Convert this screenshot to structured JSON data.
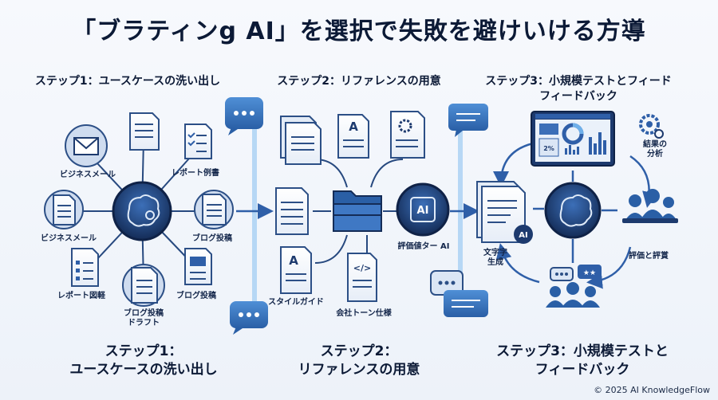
{
  "title": "「ブラティンg AI」を選択で失敗を避けいける方導",
  "steps": {
    "s1": {
      "head_line1": "ステップ1：ユースケースの洗い出し",
      "foot_line1": "ステップ1：",
      "foot_line2": "ユースケースの洗い出し"
    },
    "s2": {
      "head_line1": "ステップ2：リファレンスの用意",
      "foot_line1": "ステップ2：",
      "foot_line2": "リファレンスの用意"
    },
    "s3": {
      "head_line1": "ステップ3：小規模テストとフィード",
      "head_line2": "フィードバック",
      "foot_line1": "ステップ3：小規模テストと",
      "foot_line2": "フィードバック"
    }
  },
  "labels": {
    "business_mail_1": "ビジネスメール",
    "report_example": "レポート例書",
    "business_mail_2": "ビジネスメール",
    "blog_post_1": "ブログ投稿",
    "report_chart": "レポート図軽",
    "blog_post_2": "ブログ投稿",
    "blog_draft_1": "ブログ投稿",
    "blog_draft_2": "ドラフト",
    "style_guide": "スタイルガイド",
    "tone_spec": "会社トーン仕様",
    "eval_ai": "評価値ター AI",
    "text_gen_1": "文字字",
    "text_gen_2": "生成",
    "results_1": "結果の",
    "results_2": "分析",
    "eval_review": "評価と評賞",
    "ai_badge": "AI",
    "ai_badge_2": "AI",
    "chip_letter": "A",
    "code_glyph": "</>",
    "percent": "2%",
    "stars": "★★"
  },
  "copyright": "© 2025 AI KnowledgeFlow",
  "colors": {
    "navy": "#1d3a6e",
    "blue": "#2f5fa8",
    "light": "#dbe6f5",
    "accent": "#5aa8e8"
  }
}
